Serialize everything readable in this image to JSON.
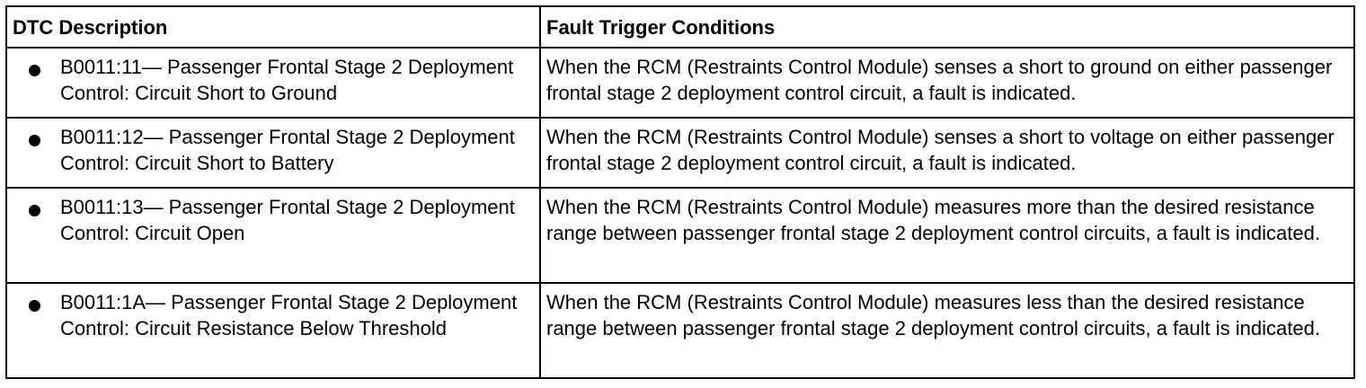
{
  "table": {
    "headers": {
      "description": "DTC Description",
      "conditions": "Fault Trigger Conditions"
    },
    "rows": [
      {
        "description": "B0011:11— Passenger Frontal Stage 2 Deployment Control: Circuit Short to Ground",
        "conditions": "When the RCM (Restraints Control Module) senses a short to ground on either passenger frontal stage 2 deployment control circuit, a fault is indicated."
      },
      {
        "description": "B0011:12— Passenger Frontal Stage 2 Deployment Control: Circuit Short to Battery",
        "conditions": "When the RCM (Restraints Control Module) senses a short to voltage on either passenger frontal stage 2 deployment control circuit, a fault is indicated."
      },
      {
        "description": "B0011:13— Passenger Frontal Stage 2 Deployment Control: Circuit Open",
        "conditions": "When the RCM (Restraints Control Module) measures more than the desired resistance range between passenger frontal stage 2 deployment control circuits, a fault is indicated."
      },
      {
        "description": "B0011:1A— Passenger Frontal Stage 2 Deployment Control: Circuit Resistance Below Threshold",
        "conditions": "When the RCM (Restraints Control Module) measures less than the desired resistance range between passenger frontal stage 2 deployment control circuits, a fault is indicated."
      }
    ]
  }
}
